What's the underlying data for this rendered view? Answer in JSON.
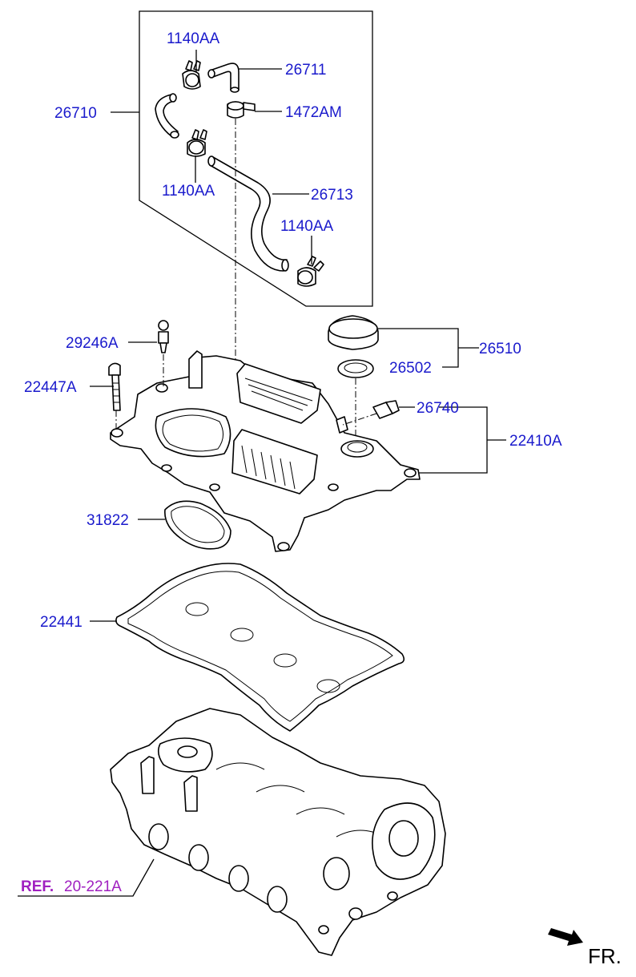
{
  "labels": {
    "p_26710": "26710",
    "p_1140aa_top": "1140AA",
    "p_26711": "26711",
    "p_1472am": "1472AM",
    "p_1140aa_mid": "1140AA",
    "p_26713": "26713",
    "p_1140aa_low": "1140AA",
    "p_29246a": "29246A",
    "p_22447a": "22447A",
    "p_26510": "26510",
    "p_26502": "26502",
    "p_26740": "26740",
    "p_22410a": "22410A",
    "p_31822": "31822",
    "p_22441": "22441"
  },
  "reference": {
    "prefix": "REF.",
    "code": "20-221A"
  },
  "direction": {
    "label": "FR."
  },
  "colors": {
    "part_number": "#1a1acc",
    "reference": "#a020c0",
    "lines": "#000000"
  }
}
